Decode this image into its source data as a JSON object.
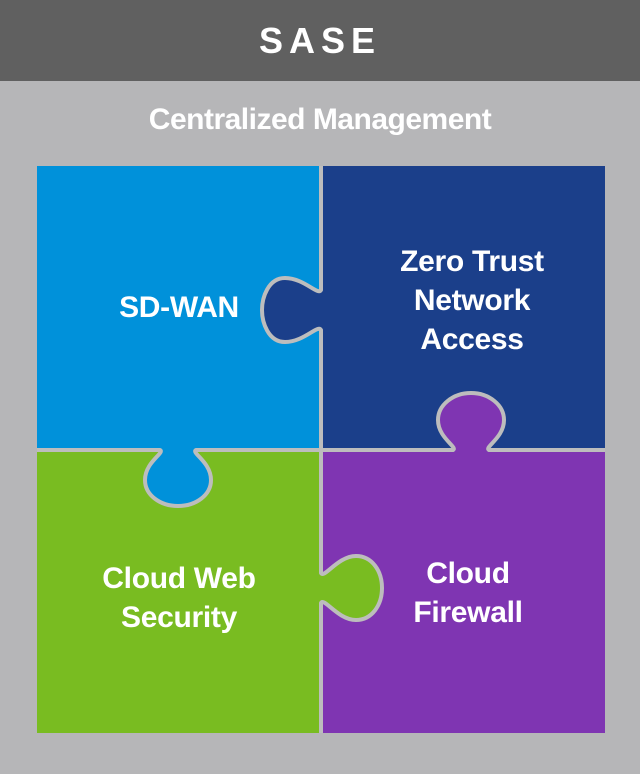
{
  "header": {
    "title": "SASE"
  },
  "subtitle": "Centralized Management",
  "colors": {
    "header_bg": "#606060",
    "background": "#b6b6b8",
    "seam": "#bdbdbd",
    "sd_wan": "#0091da",
    "ztna": "#1b3f8a",
    "cloud_web_security": "#79bc21",
    "cloud_firewall": "#7f35b2"
  },
  "pieces": [
    {
      "id": "sd-wan",
      "lines": [
        "SD-WAN"
      ]
    },
    {
      "id": "ztna",
      "lines": [
        "Zero Trust",
        "Network",
        "Access"
      ]
    },
    {
      "id": "cloud-web-security",
      "lines": [
        "Cloud Web",
        "Security"
      ]
    },
    {
      "id": "cloud-firewall",
      "lines": [
        "Cloud",
        "Firewall"
      ]
    }
  ]
}
